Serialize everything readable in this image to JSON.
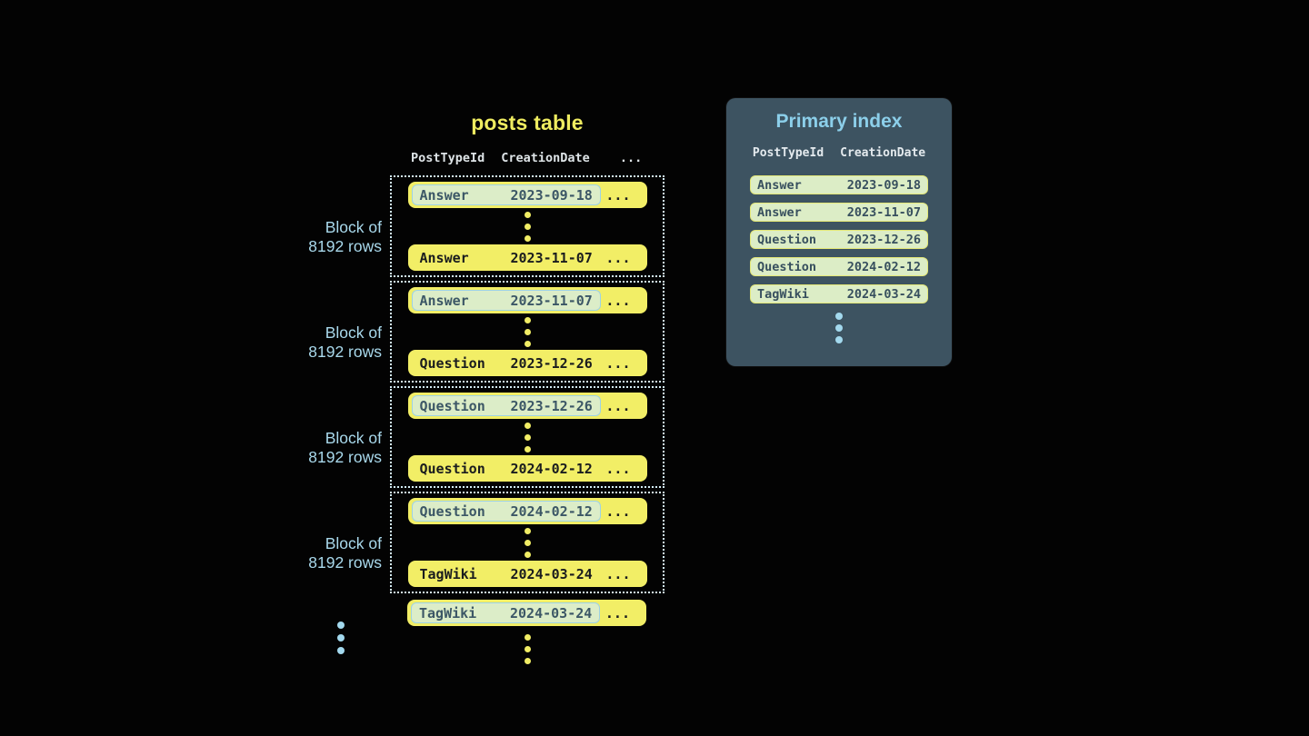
{
  "posts_table": {
    "title": "posts table",
    "header": {
      "col1": "PostTypeId",
      "col2": "CreationDate",
      "col3": "..."
    },
    "ellipsis": "...",
    "block_label": {
      "line1": "Block of",
      "line2": "8192 rows"
    },
    "blocks": [
      {
        "rows": [
          {
            "type": "Answer",
            "date": "2023-09-18"
          },
          {
            "type": "Answer",
            "date": "2023-11-07"
          }
        ]
      },
      {
        "rows": [
          {
            "type": "Answer",
            "date": "2023-11-07"
          },
          {
            "type": "Question",
            "date": "2023-12-26"
          }
        ]
      },
      {
        "rows": [
          {
            "type": "Question",
            "date": "2023-12-26"
          },
          {
            "type": "Question",
            "date": "2024-02-12"
          }
        ]
      },
      {
        "rows": [
          {
            "type": "Question",
            "date": "2024-02-12"
          },
          {
            "type": "TagWiki",
            "date": "2024-03-24"
          }
        ]
      }
    ],
    "overflow_row": {
      "type": "TagWiki",
      "date": "2024-03-24"
    }
  },
  "primary_index": {
    "title": "Primary index",
    "header": {
      "col1": "PostTypeId",
      "col2": "CreationDate"
    },
    "rows": [
      {
        "type": "Answer",
        "date": "2023-09-18"
      },
      {
        "type": "Answer",
        "date": "2023-11-07"
      },
      {
        "type": "Question",
        "date": "2023-12-26"
      },
      {
        "type": "Question",
        "date": "2024-02-12"
      },
      {
        "type": "TagWiki",
        "date": "2024-03-24"
      }
    ]
  },
  "colors": {
    "background": "#030303",
    "row_yellow": "#f2ee66",
    "row_text": "#1a1c1e",
    "highlight_fill": "#dcedc8",
    "highlight_border": "#9dd2e6",
    "highlight_text": "#3c5766",
    "block_border": "#d3ecf6",
    "block_label_blue": "#a9d9ec",
    "posts_title_yellow": "#efec60",
    "panel_bg": "#3d5361",
    "panel_title_blue": "#8ccfea",
    "pill_fill": "#dcedc6",
    "pill_border": "#e4e878",
    "pill_text": "#374f5e",
    "dot_yellow": "#f1ed65",
    "dot_blue": "#a3d9ee"
  }
}
